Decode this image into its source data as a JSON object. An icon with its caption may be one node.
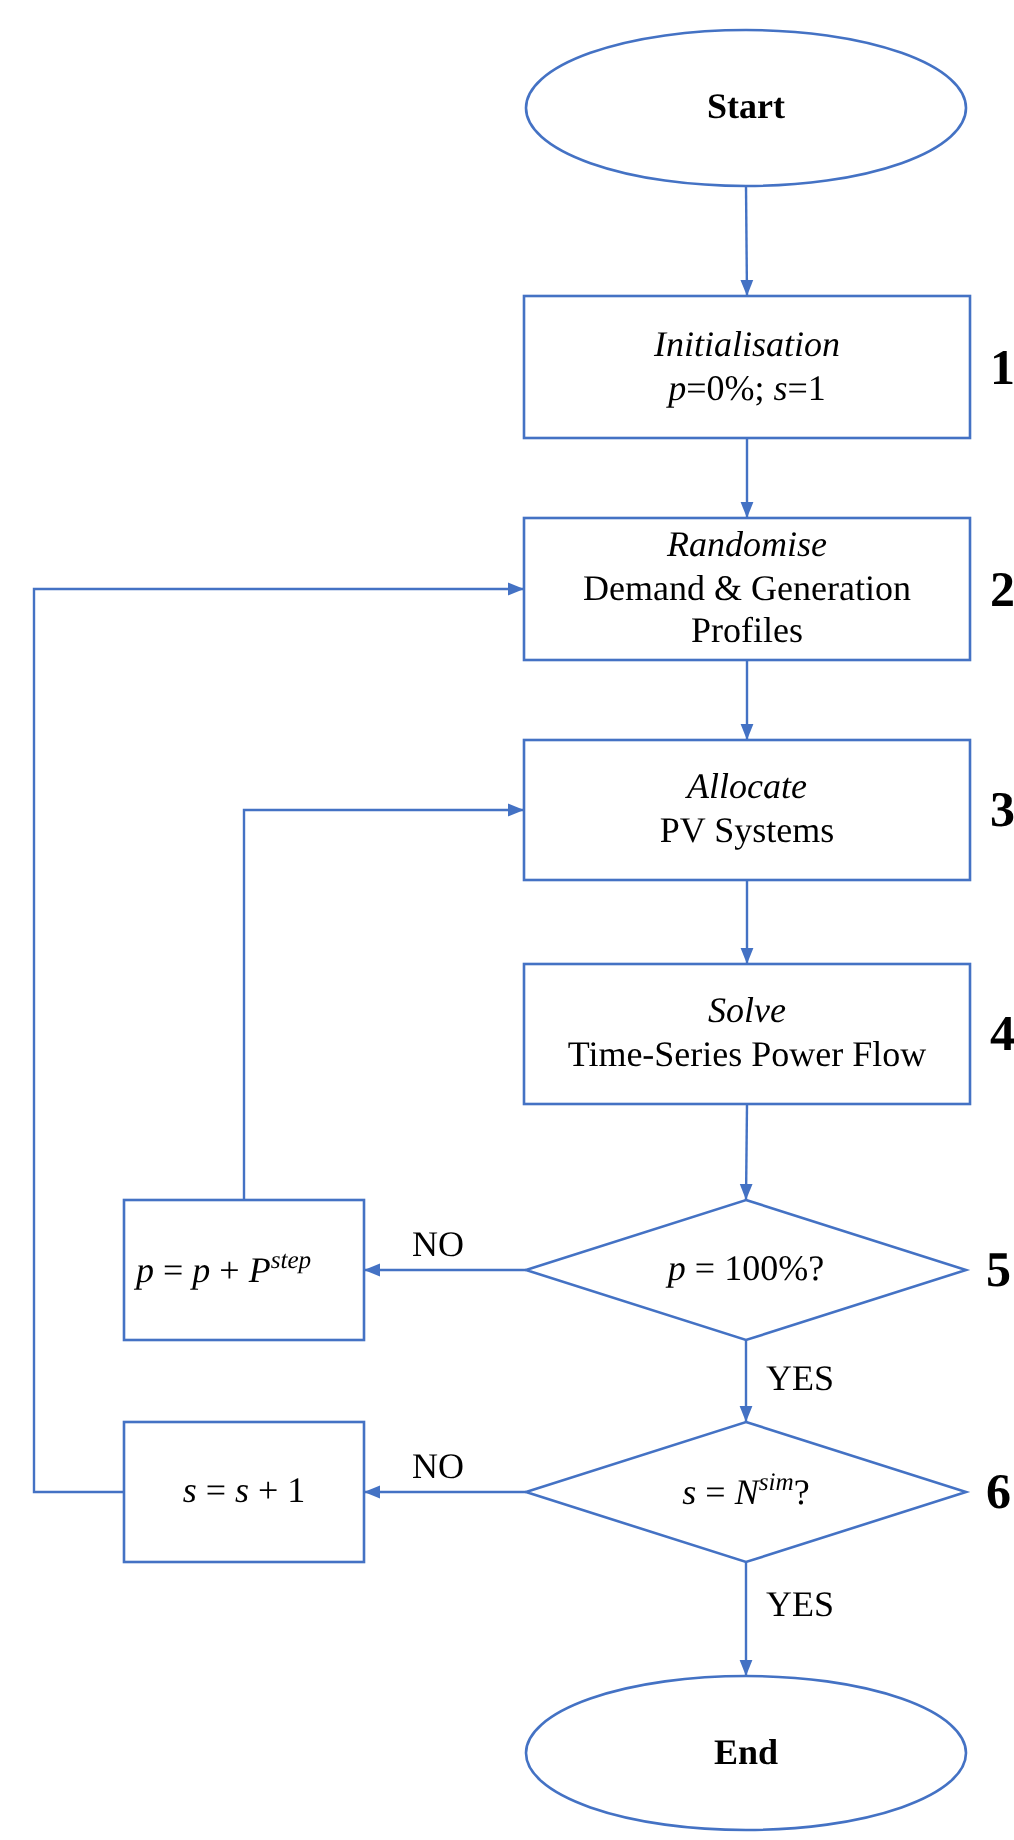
{
  "diagram": {
    "nodes": [
      {
        "text": [
          "Start"
        ]
      },
      {
        "text": [
          "Initialisation",
          "*p*=0%; *s*=1"
        ],
        "beside": [
          "1"
        ]
      },
      {
        "text": [
          "Randomise",
          "Demand & Generation Profiles"
        ],
        "beside": [
          "2"
        ]
      },
      {
        "text": [
          "Allocate",
          "PV Systems"
        ],
        "beside": [
          "3"
        ]
      },
      {
        "text": [
          "Solve",
          "Time-Series Power Flow"
        ],
        "beside": [
          "4"
        ]
      },
      {
        "text": [
          "*p* = 100%?"
        ],
        "beside": [
          "5"
        ]
      },
      {
        "text": [
          "*s* = *N*$^{sim}$?"
        ],
        "beside": [
          "6"
        ]
      },
      {
        "text": [
          "End"
        ]
      },
      {
        "text": [
          "*p* = *p* + *P*$^{step}$"
        ]
      },
      {
        "text": [
          "*s* = *s* + 1"
        ]
      }
    ],
    "edges": [
      {
        "from": 0,
        "to": 1,
        "arrow": "to"
      },
      {
        "from": 1,
        "to": 2,
        "arrow": "to"
      },
      {
        "from": 2,
        "to": 3,
        "arrow": "to"
      },
      {
        "from": 3,
        "to": 4,
        "arrow": "to"
      },
      {
        "from": 4,
        "to": 5,
        "arrow": "to"
      },
      {
        "from": 5,
        "to": 8,
        "arrow": "to",
        "label": "NO"
      },
      {
        "from": 5,
        "to": 6,
        "arrow": "to",
        "label": "YES"
      },
      {
        "from": 6,
        "to": 9,
        "arrow": "to",
        "label": "NO"
      },
      {
        "from": 6,
        "to": 7,
        "arrow": "to",
        "label": "YES"
      },
      {
        "from": 8,
        "to": 3,
        "arrow": "to"
      },
      {
        "from": 9,
        "to": 2,
        "arrow": "to"
      }
    ]
  }
}
